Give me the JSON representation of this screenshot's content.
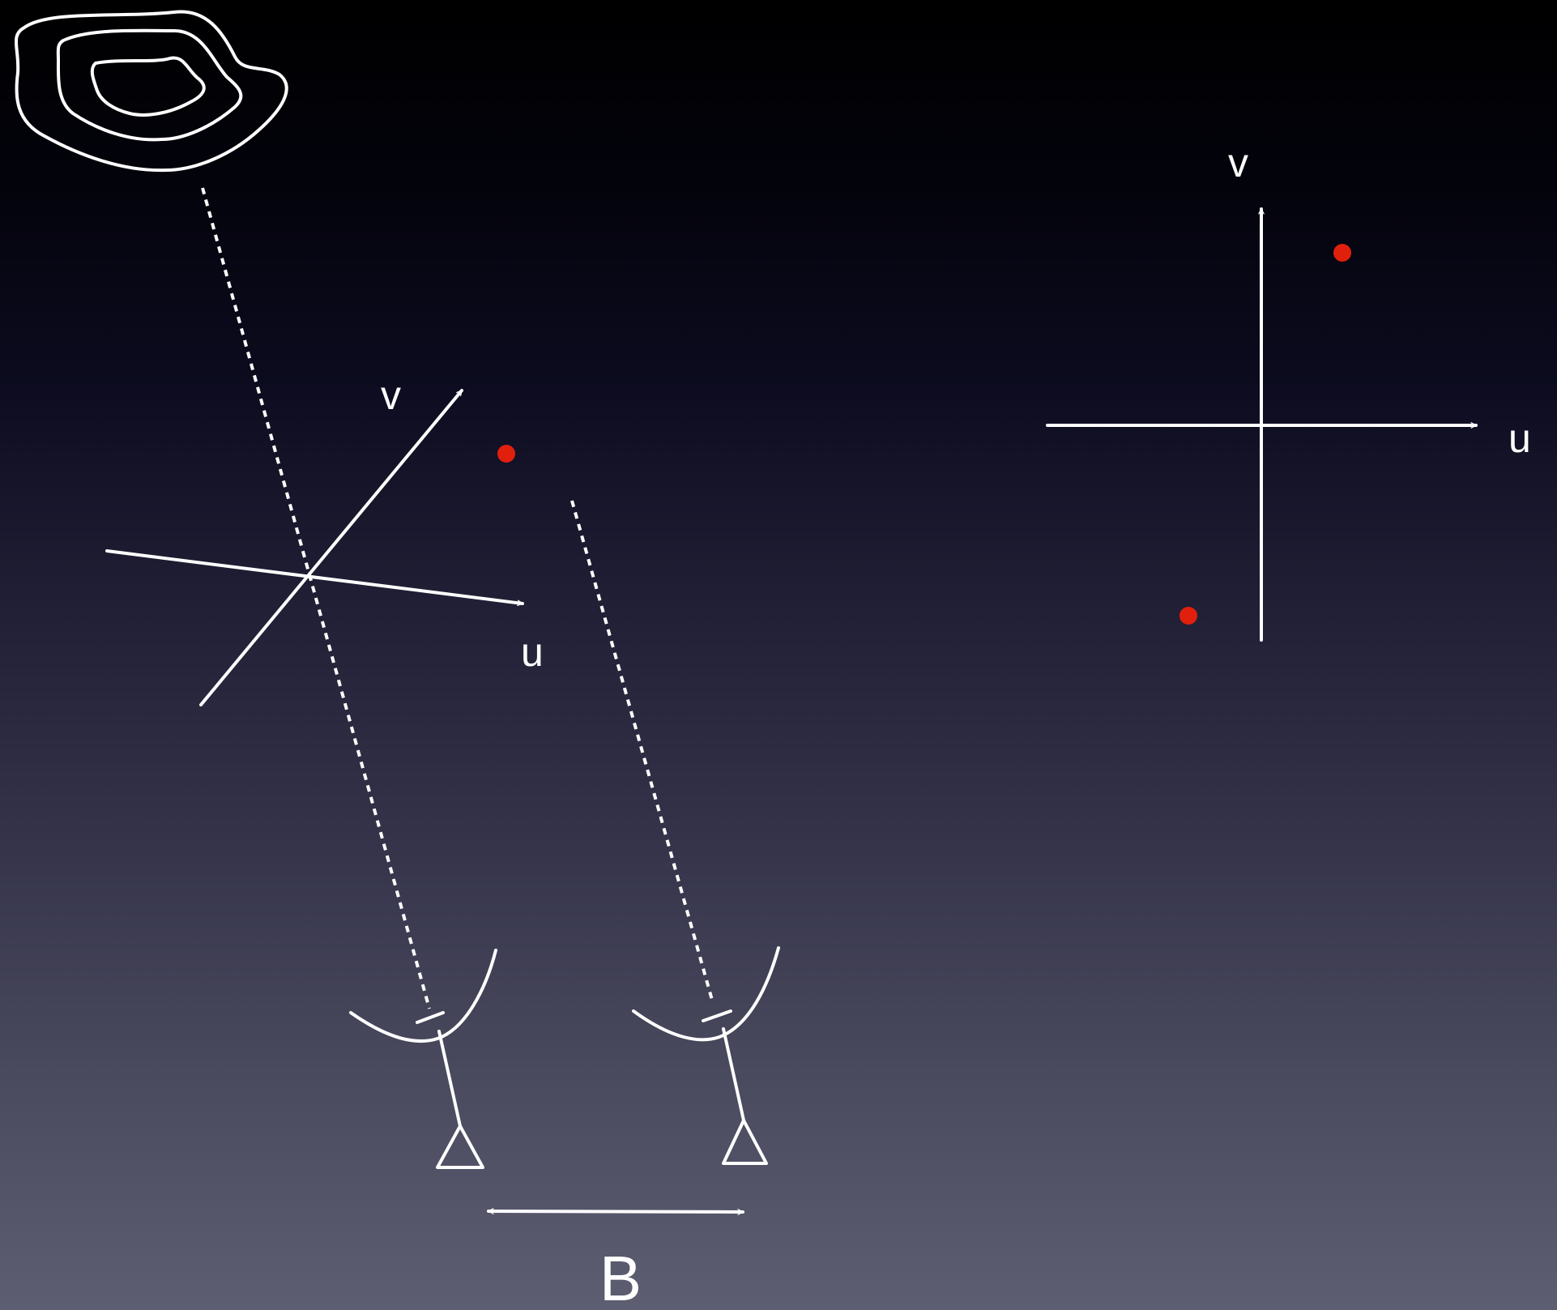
{
  "diagram": {
    "source_axes_labels": {
      "u": "u",
      "v": "v"
    },
    "uv_plane_labels": {
      "u": "u",
      "v": "v"
    },
    "baseline_label": "B",
    "colors": {
      "background_top": "#000000",
      "background_bottom": "#5e5e72",
      "lines": "#ffffff",
      "sample_points": "#e0200d"
    },
    "icons": [
      "source-contour-icon",
      "dish-antenna-icon",
      "dish-antenna-icon"
    ]
  }
}
